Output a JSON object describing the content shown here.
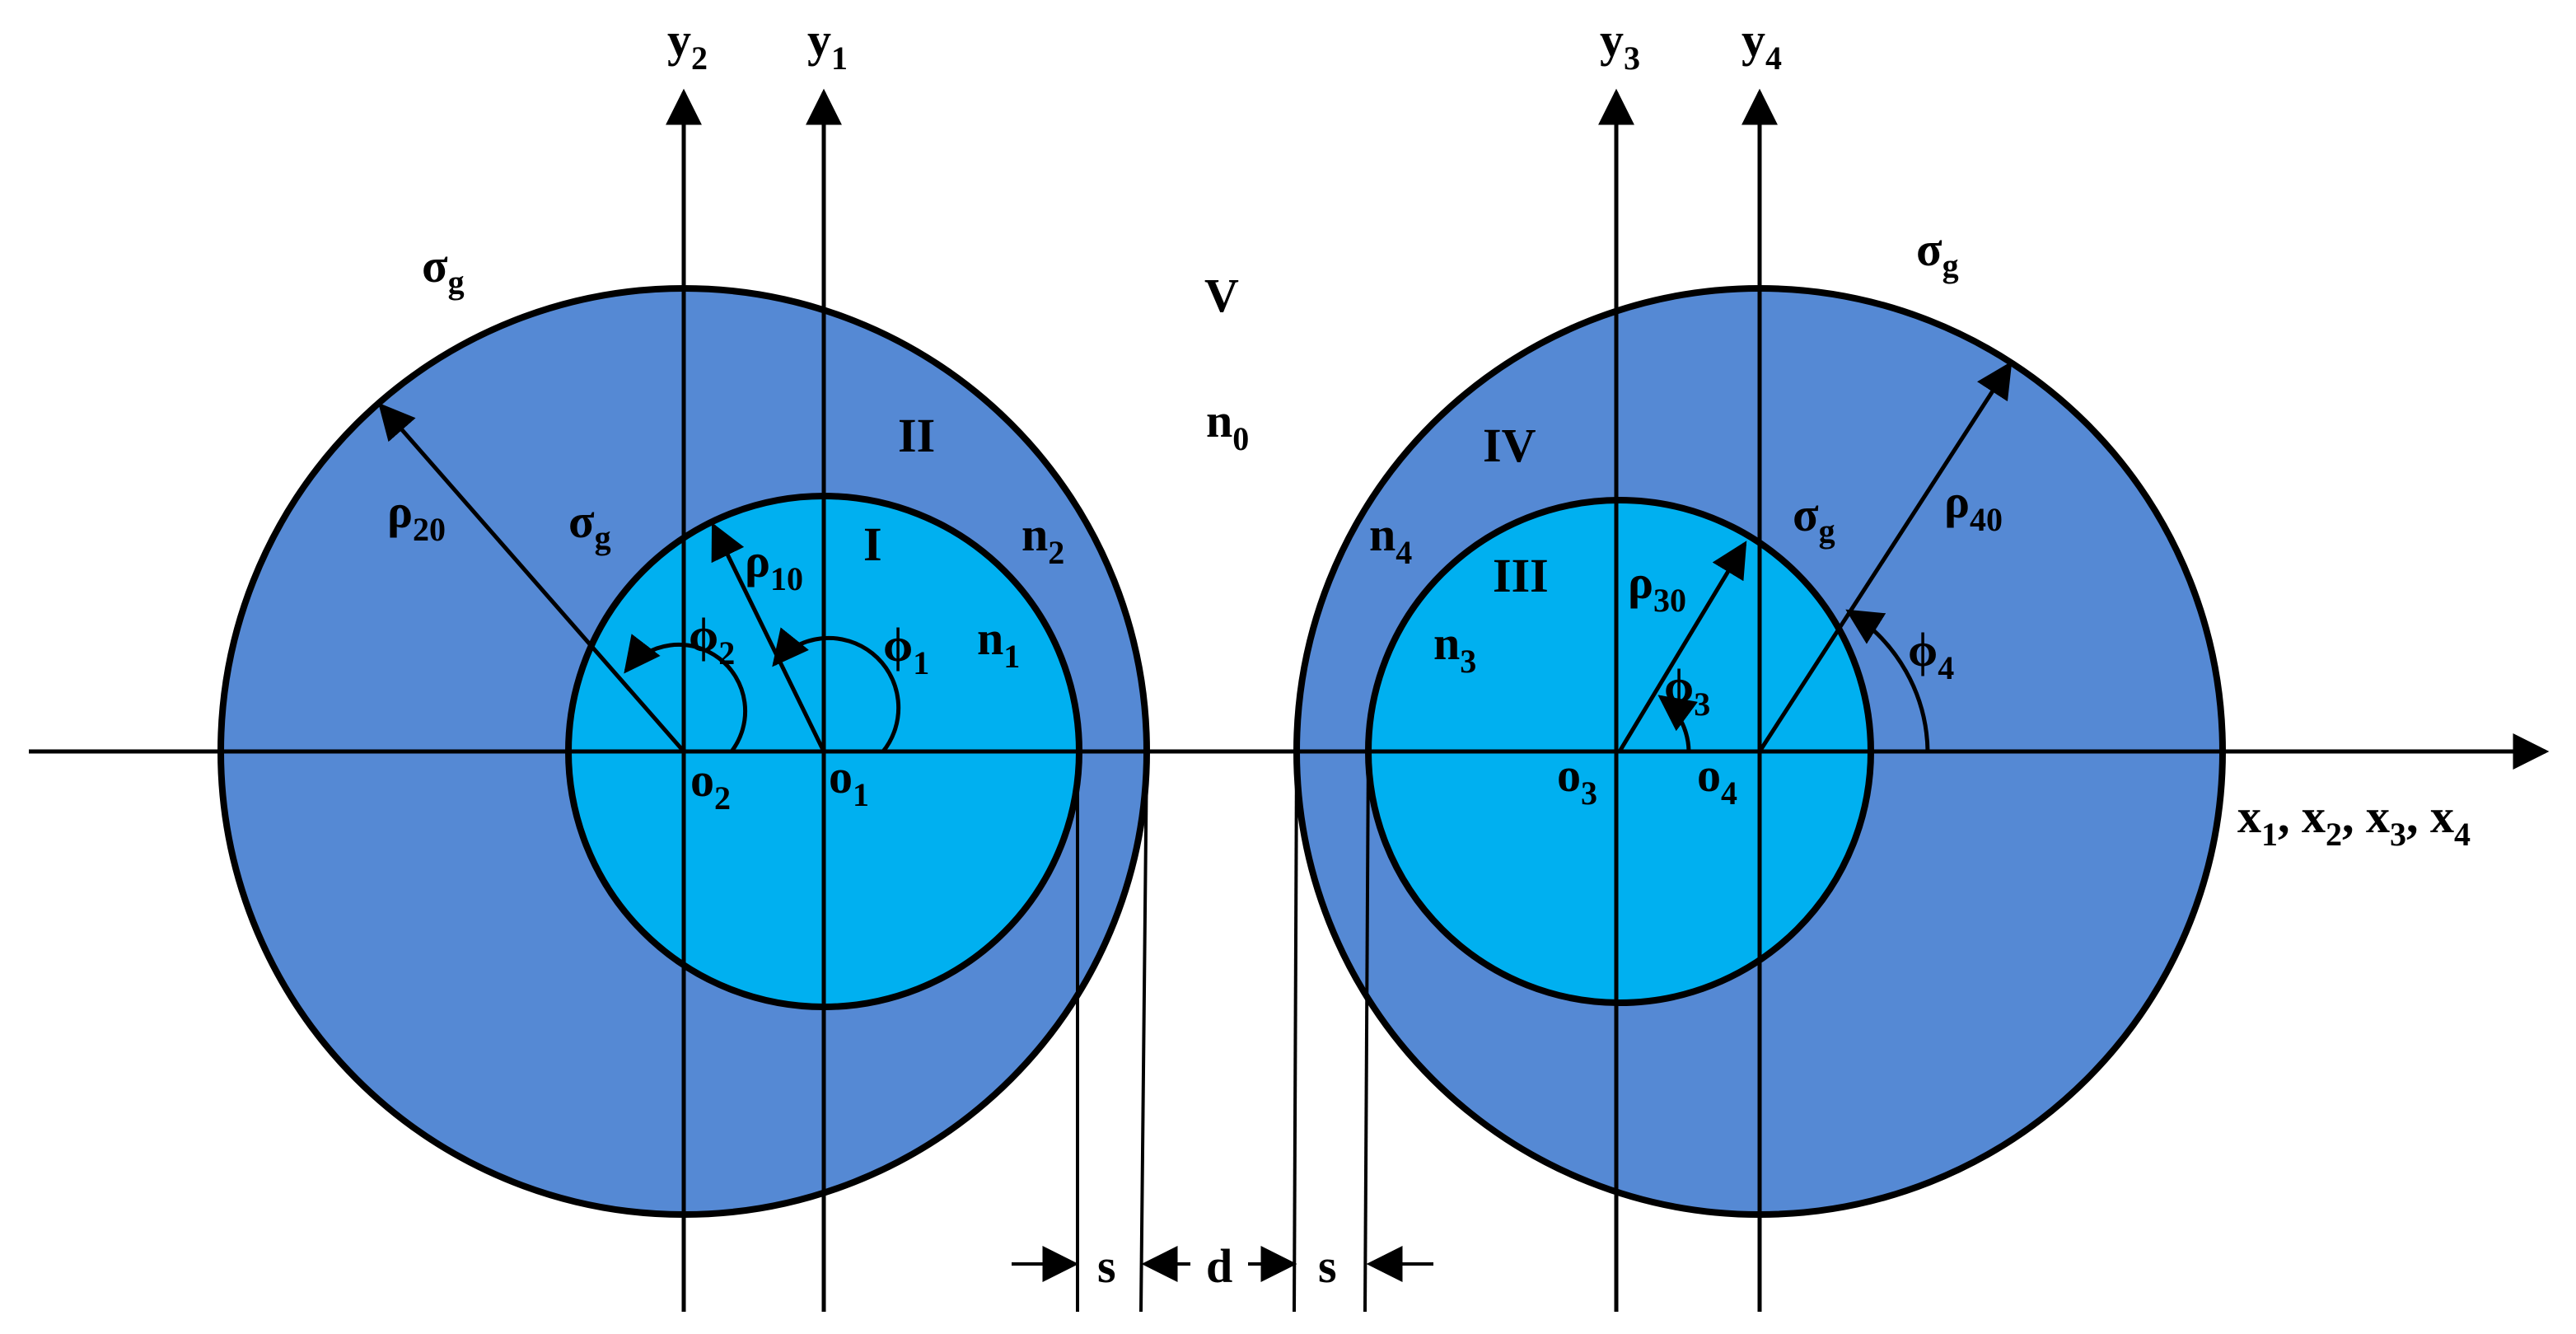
{
  "diagram": {
    "colors": {
      "outer_ring": "#5589d4",
      "inner_core": "#00b0f0",
      "stroke": "#000000",
      "background": "#ffffff"
    },
    "axes": {
      "y2": {
        "base": "y",
        "sub": "2"
      },
      "y1": {
        "base": "y",
        "sub": "1"
      },
      "y3": {
        "base": "y",
        "sub": "3"
      },
      "y4": {
        "base": "y",
        "sub": "4"
      },
      "x_axis": {
        "x1": "x",
        "s1": "1",
        "x2": ", x",
        "s2": "2",
        "x3": ", x",
        "s3": "3",
        "x4": ", x",
        "s4": "4"
      }
    },
    "regions": {
      "I": "I",
      "II": "II",
      "III": "III",
      "IV": "IV",
      "V": "V"
    },
    "indices": {
      "n0": {
        "base": "n",
        "sub": "0"
      },
      "n1": {
        "base": "n",
        "sub": "1"
      },
      "n2": {
        "base": "n",
        "sub": "2"
      },
      "n3": {
        "base": "n",
        "sub": "3"
      },
      "n4": {
        "base": "n",
        "sub": "4"
      }
    },
    "sigma": {
      "base": "σ",
      "sub": "g"
    },
    "radii": {
      "rho10": {
        "base": "ρ",
        "sub": "10"
      },
      "rho20": {
        "base": "ρ",
        "sub": "20"
      },
      "rho30": {
        "base": "ρ",
        "sub": "30"
      },
      "rho40": {
        "base": "ρ",
        "sub": "40"
      }
    },
    "angles": {
      "phi1": {
        "base": "ϕ",
        "sub": "1"
      },
      "phi2": {
        "base": "ϕ",
        "sub": "2"
      },
      "phi3": {
        "base": "ϕ",
        "sub": "3"
      },
      "phi4": {
        "base": "ϕ",
        "sub": "4"
      }
    },
    "origins": {
      "o1": {
        "base": "o",
        "sub": "1"
      },
      "o2": {
        "base": "o",
        "sub": "2"
      },
      "o3": {
        "base": "o",
        "sub": "3"
      },
      "o4": {
        "base": "o",
        "sub": "4"
      }
    },
    "dimensions": {
      "s_left": "s",
      "d": "d",
      "s_right": "s"
    }
  }
}
